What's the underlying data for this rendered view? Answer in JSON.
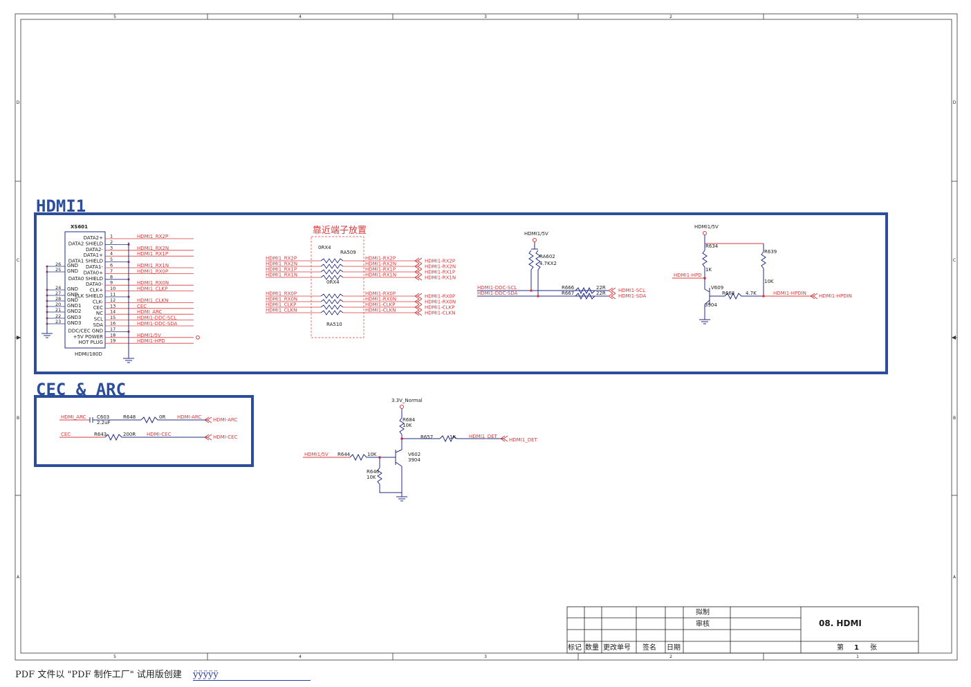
{
  "frame": {
    "col_numbers": [
      "5",
      "4",
      "3",
      "2",
      "1"
    ],
    "row_letters": [
      "D",
      "C",
      "B",
      "A"
    ]
  },
  "hdmi1": {
    "title": "HDMI1",
    "connector": {
      "ref": "XS601",
      "part": "HDMI/180D",
      "pins": [
        {
          "num": "1",
          "name": "DATA2+",
          "net": "HDMI1_RX2P"
        },
        {
          "num": "2",
          "name": "DATA2 SHIELD",
          "net": ""
        },
        {
          "num": "3",
          "name": "DATA2-",
          "net": "HDMI1_RX2N"
        },
        {
          "num": "4",
          "name": "DATA1+",
          "net": "HDMI1_RX1P"
        },
        {
          "num": "5",
          "name": "DATA1 SHIELD",
          "net": ""
        },
        {
          "num": "6",
          "name": "DATA1-",
          "net": "HDMI1_RX1N"
        },
        {
          "num": "7",
          "name": "DATA0+",
          "net": "HDMI1_RX0P"
        },
        {
          "num": "8",
          "name": "DATA0 SHIELD",
          "net": ""
        },
        {
          "num": "9",
          "name": "DATA0-",
          "net": "HDMI1_RX0N"
        },
        {
          "num": "10",
          "name": "CLK+",
          "net": "HDMI1_CLKP"
        },
        {
          "num": "11",
          "name": "CLK SHIELD",
          "net": ""
        },
        {
          "num": "12",
          "name": "CLK-",
          "net": "HDMI1_CLKN"
        },
        {
          "num": "13",
          "name": "CEC",
          "net": "CEC"
        },
        {
          "num": "14",
          "name": "NC",
          "net": "HDMI_ARC"
        },
        {
          "num": "15",
          "name": "SCL",
          "net": "HDMI1-DDC-SCL"
        },
        {
          "num": "16",
          "name": "SDA",
          "net": "HDMI1-DDC-SDA"
        },
        {
          "num": "17",
          "name": "DDC/CEC GND",
          "net": ""
        },
        {
          "num": "18",
          "name": "+5V POWER",
          "net": "HDMI1/5V"
        },
        {
          "num": "19",
          "name": "HOT PLUG",
          "net": "HDMI1-HPD"
        }
      ],
      "gnd_pins": [
        {
          "num": "26",
          "name": "GND"
        },
        {
          "num": "25",
          "name": "GND"
        },
        {
          "num": "24",
          "name": "GND"
        },
        {
          "num": "27",
          "name": "GND"
        },
        {
          "num": "28",
          "name": "GND"
        },
        {
          "num": "20",
          "name": "GND1"
        },
        {
          "num": "21",
          "name": "GND2"
        },
        {
          "num": "22",
          "name": "GND3"
        },
        {
          "num": "23",
          "name": "GND3"
        }
      ]
    },
    "near_connector_note": "靠近端子放置",
    "ra509": {
      "ref": "RA509",
      "value": "0RX4",
      "in_nets": [
        "HDMI1_RX2P",
        "HDMI1_RX2N",
        "HDMI1_RX1P",
        "HDMI1_RX1N"
      ],
      "out_nets": [
        "HDMI1-RX2P",
        "HDMI1-RX2N",
        "HDMI1-RX1P",
        "HDMI1-RX1N"
      ]
    },
    "ra510": {
      "ref": "RA510",
      "value": "0RX4",
      "in_nets": [
        "HDMI1_RX0P",
        "HDMI1_RX0N",
        "HDMI1_CLKP",
        "HDMI1_CLKN"
      ],
      "out_nets": [
        "HDMI1-RX0P",
        "HDMI1-RX0N",
        "HDMI1-CLKP",
        "HDMI1-CLKN"
      ]
    },
    "ddc": {
      "supply": "HDMI1/5V",
      "ra602": {
        "ref": "RA602",
        "value": "4.7KX2"
      },
      "r666": {
        "ref": "R666",
        "value": "22R"
      },
      "r667": {
        "ref": "R667",
        "value": "22R"
      },
      "in_nets": [
        "HDMI1-DDC-SCL",
        "HDMI1-DDC-SDA"
      ],
      "out_nets": [
        "HDMI1-SCL",
        "HDMI1-SDA"
      ]
    },
    "hpd": {
      "supply": "HDMI1/5V",
      "r634": {
        "ref": "R634",
        "value": "1K"
      },
      "r639": {
        "ref": "R639",
        "value": "10K"
      },
      "r668": {
        "ref": "R668",
        "value": "4.7K"
      },
      "v609": {
        "ref": "V609",
        "value": "3904"
      },
      "in_net": "HDMI1-HPD",
      "mid_net": "HDMI1-HPDIN",
      "out_net": "HDMI1-HPDIN"
    }
  },
  "cec_arc": {
    "title": "CEC & ARC",
    "arc": {
      "net_in": "HDMI_ARC",
      "c_ref": "C603",
      "c_value": "2.2uF",
      "r_ref": "R648",
      "r_value": "0R",
      "net_mid": "HDMI-ARC",
      "net_out": "HDMI-ARC"
    },
    "cec": {
      "net_in": "CEC",
      "r_ref": "R643",
      "r_value": "200R",
      "net_mid": "HDMI-CEC",
      "net_out": "HDMI-CEC"
    }
  },
  "det": {
    "supply": "3.3V_Normal",
    "r684": {
      "ref": "R684",
      "value": "10K"
    },
    "r657": {
      "ref": "R657",
      "value": "1K"
    },
    "r644": {
      "ref": "R644",
      "value": "10K"
    },
    "r646": {
      "ref": "R646",
      "value": "10K"
    },
    "v602": {
      "ref": "V602",
      "value": "3904"
    },
    "in_net": "HDMI1/5V",
    "mid_net": "HDMI1_DET",
    "out_net": "HDMI1_DET"
  },
  "title_block": {
    "drafted": "拟制",
    "checked": "审核",
    "drawing_title": "08. HDMI",
    "col_mark": "标记",
    "col_qty": "数量",
    "col_change": "更改单号",
    "col_sign": "签名",
    "col_date": "日期",
    "sheet_label_pre": "第",
    "sheet_no": "1",
    "sheet_label_post": "张"
  },
  "footer": {
    "text": "PDF 文件以 \"PDF 制作工厂\" 试用版创建",
    "link": "ÿÿÿÿÿ"
  },
  "colors": {
    "net": "#d9383a",
    "wire": "#1f2a80",
    "frame": "#2c4e9a",
    "text": "#1a1a1a"
  }
}
